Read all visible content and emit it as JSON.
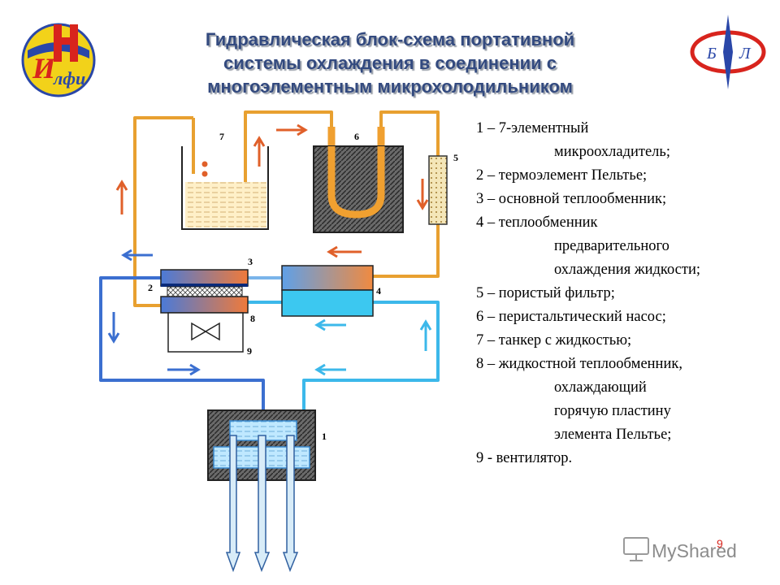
{
  "title": {
    "lines": [
      "Гидравлическая блок-схема портативной",
      "системы охлаждения в соединении с",
      "многоэлементным микрохолодильником"
    ]
  },
  "logo_left": {
    "text": "лфи"
  },
  "logo_right": {
    "letter_left": "Б",
    "letter_right": "Л"
  },
  "diagram_labels": {
    "l1": "1",
    "l2": "2",
    "l3": "3",
    "l4": "4",
    "l5": "5",
    "l6": "6",
    "l7": "7",
    "l8": "8",
    "l9": "9"
  },
  "legend": [
    {
      "lines": [
        "1 – 7-элементный",
        "микроохладитель;"
      ]
    },
    {
      "lines": [
        "2 – термоэлемент Пельтье;"
      ]
    },
    {
      "lines": [
        "3 – основной теплообменник;"
      ]
    },
    {
      "lines": [
        "4 – теплообменник",
        "предварительного",
        "охлаждения жидкости;"
      ]
    },
    {
      "lines": [
        "5 – пористый фильтр;"
      ]
    },
    {
      "lines": [
        "6 – перистальтический насос;"
      ]
    },
    {
      "lines": [
        "7 – танкер с жидкостью;"
      ]
    },
    {
      "lines": [
        "8 – жидкостной теплообменник,",
        "охлаждающий",
        "горячую пластину",
        "элемента Пельтье;"
      ]
    },
    {
      "lines": [
        "9 - вентилятор."
      ]
    }
  ],
  "watermark": {
    "text": "MyShared",
    "page_number": "9"
  },
  "colors": {
    "hot_pipe": "#e8a030",
    "cold_pipe": "#5a9fe0",
    "dark_pipe": "#3b6fd0",
    "title": "#334a7f",
    "red_arrow": "#e0602a"
  }
}
